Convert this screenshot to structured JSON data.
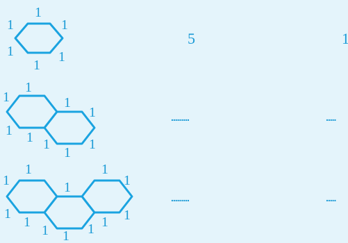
{
  "edge_label": "1",
  "row1": {
    "count_a": "5",
    "count_b": "1"
  },
  "row2": {
    "blank_a": ".........",
    "blank_b": "....."
  },
  "row3": {
    "blank_a": ".........",
    "blank_b": "....."
  },
  "colors": {
    "line": "#1aa3e0",
    "text": "#1a9ad6",
    "background": "#e4f4fb"
  }
}
